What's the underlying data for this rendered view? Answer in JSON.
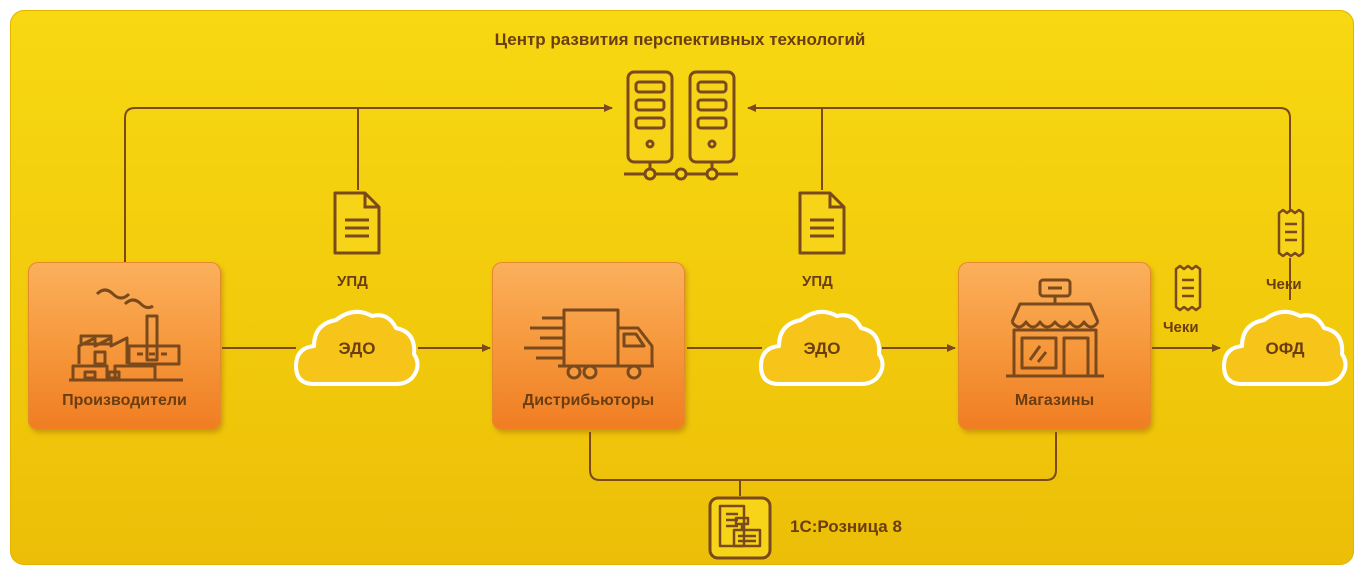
{
  "title": "Центр развития перспективных технологий",
  "nodes": {
    "producers": "Производители",
    "distributors": "Дистрибьюторы",
    "shops": "Магазины"
  },
  "clouds": {
    "edo1": "ЭДО",
    "edo2": "ЭДО",
    "ofd": "ОФД"
  },
  "documents": {
    "upd1": "УПД",
    "upd2": "УПД",
    "receipts_top": "Чеки",
    "receipts_side": "Чеки"
  },
  "software": {
    "label": "1С:Розница 8",
    "icon": "pos-terminal-icon"
  },
  "icons": {
    "server": "server-icon",
    "factory": "factory-icon",
    "truck": "truck-icon",
    "shop": "shop-icon",
    "document": "document-icon",
    "receipt": "receipt-icon",
    "cloud": "cloud-icon"
  },
  "colors": {
    "background": "#f4cf10",
    "node": "#f6983c",
    "stroke": "#7a4a1c",
    "cloud_fill": "#f7c51a"
  }
}
